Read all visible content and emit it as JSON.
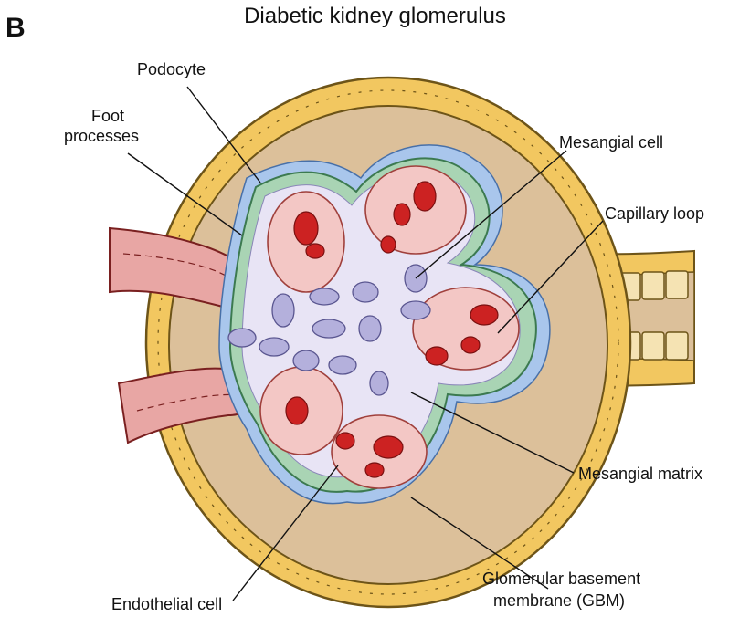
{
  "panel_letter": "B",
  "title": "Diabetic kidney glomerulus",
  "labels": {
    "podocyte": "Podocyte",
    "foot_processes_1": "Foot",
    "foot_processes_2": "processes",
    "mesangial_cell": "Mesangial cell",
    "capillary_loop": "Capillary loop",
    "mesangial_matrix": "Mesangial matrix",
    "endothelial_cell": "Endothelial cell",
    "gbm_1": "Glomerular basement",
    "gbm_2": "membrane (GBM)"
  },
  "colors": {
    "bowman_capsule": "#f2c760",
    "bowman_space": "#dcc09a",
    "gbm": "#a9d4b4",
    "podocyte": "#a9c6ec",
    "mesangial_matrix": "#e8e4f5",
    "mesangial_cell": "#b4b0dc",
    "capillary_wall": "#f3c7c5",
    "red_blood_cell": "#cc2222",
    "arteriole": "#e8a6a4",
    "tubule": "#f5e3b3"
  }
}
